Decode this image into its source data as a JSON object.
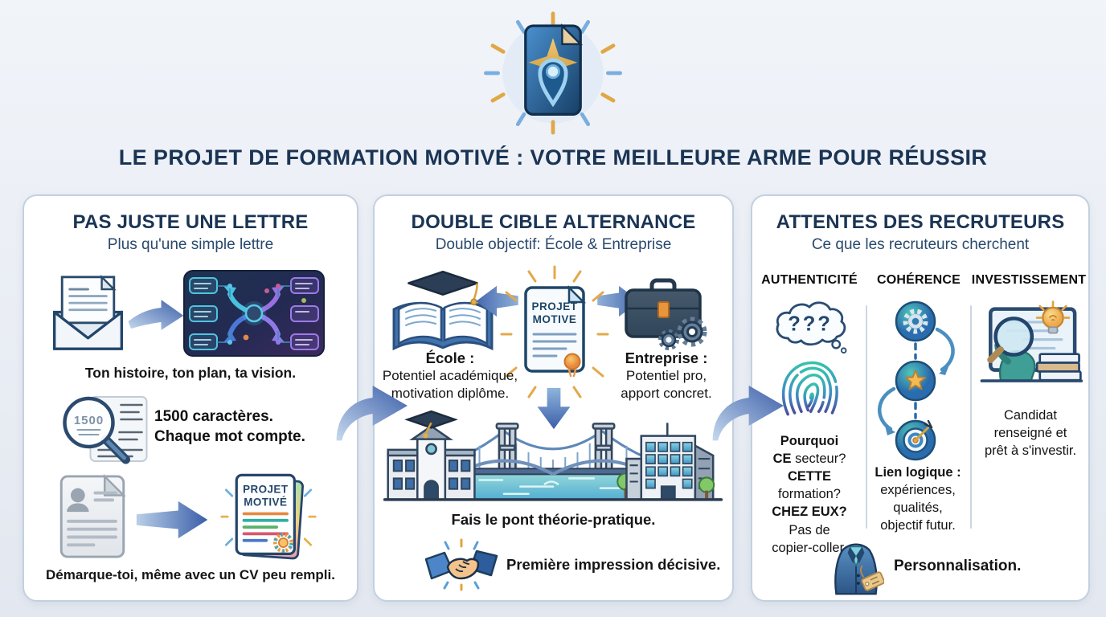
{
  "page": {
    "title": "LE PROJET DE FORMATION MOTIVÉ : VOTRE MEILLEURE ARME POUR RÉUSSIR"
  },
  "colors": {
    "title_navy": "#1a3454",
    "subtitle_navy": "#29496c",
    "body_text": "#141414",
    "panel_border": "#c3d0e0",
    "page_bg": "#ecf0f6",
    "arrow_blue_dark": "#3c5fa9",
    "arrow_blue_light": "#c6d9ee",
    "gold": "#e2a43e",
    "teal": "#35c2ac",
    "indigo": "#4b4f9e"
  },
  "icons": {
    "hero": "glowing document with location-pin star and rays",
    "panel1": [
      "envelope-icon",
      "arrow-right-icon",
      "mindmap-graphic",
      "magnifier-1500-icon",
      "cv-document-icon",
      "projet-motive-document-icon"
    ],
    "panel2": [
      "graduation-book-icon",
      "projet-motive-document-icon",
      "briefcase-gears-icon",
      "down-arrow-icon",
      "bridge-illustration",
      "handshake-icon"
    ],
    "panel3": [
      "question-cloud-icon",
      "fingerprint-icon",
      "gear-circle-icon",
      "star-circle-icon",
      "target-circle-icon",
      "research-candidate-icon",
      "suit-tag-icon"
    ],
    "between_panels": "curved flow arrow"
  },
  "panel1": {
    "title": "PAS JUSTE UNE LETTRE",
    "subtitle": "Plus qu'une simple lettre",
    "caption1": "Ton histoire, ton plan, ta vision.",
    "lens_text": "1500",
    "stat_lines": [
      "1500 caractères.",
      "Chaque mot compte."
    ],
    "caption2": "Démarque-toi, même avec un CV peu rempli.",
    "doc_lines": [
      "PROJET",
      "MOTIVÉ"
    ]
  },
  "panel2": {
    "title": "DOUBLE CIBLE ALTERNANCE",
    "subtitle": "Double objectif: École & Entreprise",
    "doc_lines": [
      "PROJET",
      "MOTIVE"
    ],
    "school_caption": {
      "heading": "École :",
      "lines": [
        "Potentiel académique,",
        "motivation diplôme."
      ]
    },
    "company_caption": {
      "heading": "Entreprise :",
      "lines": [
        "Potentiel pro,",
        "apport concret."
      ]
    },
    "bridge_caption": "Fais le pont théorie-pratique.",
    "handshake_caption": "Première impression décisive."
  },
  "panel3": {
    "title": "ATTENTES DES RECRUTEURS",
    "subtitle": "Ce que les recruteurs cherchent",
    "columns": [
      {
        "header": "AUTHENTICITÉ",
        "cloud_text": "???",
        "lines": [
          {
            "b": "Pourquoi",
            "r": ""
          },
          {
            "b": "CE",
            "r": " secteur?"
          },
          {
            "b": "CETTE",
            "r": ""
          },
          {
            "b": "",
            "r": "formation?"
          },
          {
            "b": "CHEZ EUX?",
            "r": ""
          },
          {
            "b": "",
            "r": "Pas de"
          },
          {
            "b": "",
            "r": "copier-coller."
          }
        ]
      },
      {
        "header": "COHÉRENCE",
        "lines": [
          {
            "b": "Lien logique :",
            "r": ""
          },
          {
            "b": "",
            "r": "expériences,"
          },
          {
            "b": "",
            "r": "qualités,"
          },
          {
            "b": "",
            "r": "objectif futur."
          }
        ]
      },
      {
        "header": "INVESTISSEMENT",
        "lines": [
          {
            "b": "",
            "r": "Candidat"
          },
          {
            "b": "",
            "r": "renseigné et"
          },
          {
            "b": "",
            "r": "prêt à s'investir."
          }
        ]
      }
    ],
    "bottom_caption": "Personnalisation."
  }
}
